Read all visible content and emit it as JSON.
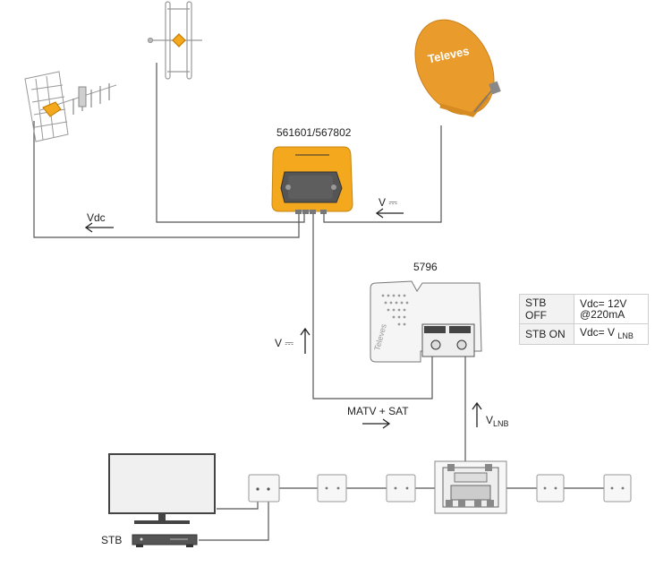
{
  "labels": {
    "headend_model": "561601/567802",
    "amplifier_model": "5796",
    "vdc": "Vdc",
    "v_sat": "V ⎓",
    "v_mast": "V ⎓",
    "matv_sat": "MATV + SAT",
    "vlnb_main": "V",
    "vlnb_sub": "LNB",
    "stb": "STB",
    "dish_brand": "Televes",
    "amp_brand": "Televes"
  },
  "stb_table": {
    "row1_key": "STB OFF",
    "row1_val_line1": "Vdc= 12V",
    "row1_val_line2": "@220mA",
    "row2_key": "STB ON",
    "row2_val_main": "Vdc= V",
    "row2_val_sub": "LNB"
  },
  "colors": {
    "accent_orange": "#f4a81d",
    "dish_orange": "#e99b2c",
    "line": "#555555"
  }
}
